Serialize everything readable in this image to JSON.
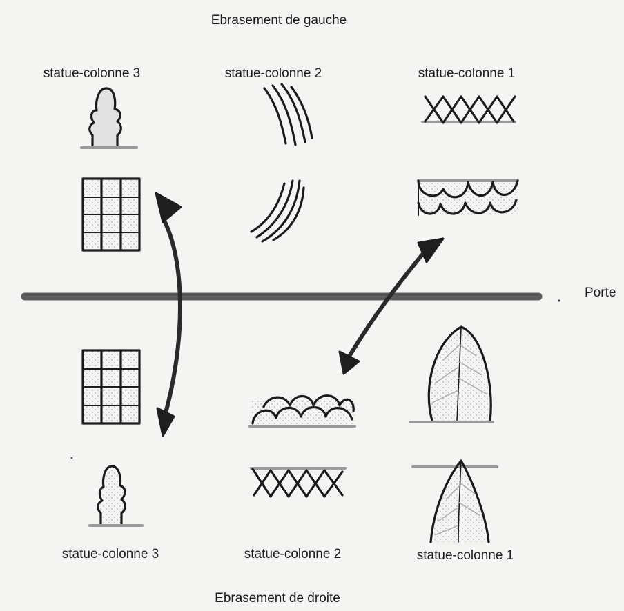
{
  "labels": {
    "top_heading": "Ebrasement de gauche",
    "bottom_heading": "Ebrasement de droite",
    "door": "Porte",
    "left_row": [
      "statue-colonne 3",
      "statue-colonne 2",
      "statue-colonne 1"
    ],
    "right_row": [
      "statue-colonne 3",
      "statue-colonne 2",
      "statue-colonne 1"
    ]
  },
  "motif_icons": {
    "left_col3": [
      "sprout-icon",
      "dotted-grid-icon"
    ],
    "left_col2": [
      "curved-lines-icon",
      "curved-lines-icon"
    ],
    "left_col1": [
      "cross-hatch-icon",
      "scale-pattern-icon"
    ],
    "right_col3": [
      "dotted-grid-icon",
      "sprout-icon"
    ],
    "right_col2": [
      "scale-pattern-icon",
      "cross-hatch-icon"
    ],
    "right_col1": [
      "leaf-icon",
      "leaf-icon"
    ]
  },
  "colors": {
    "ink": "#1b1b1b",
    "door_line": "#5a5a5a",
    "background": "#f4f4f2"
  }
}
